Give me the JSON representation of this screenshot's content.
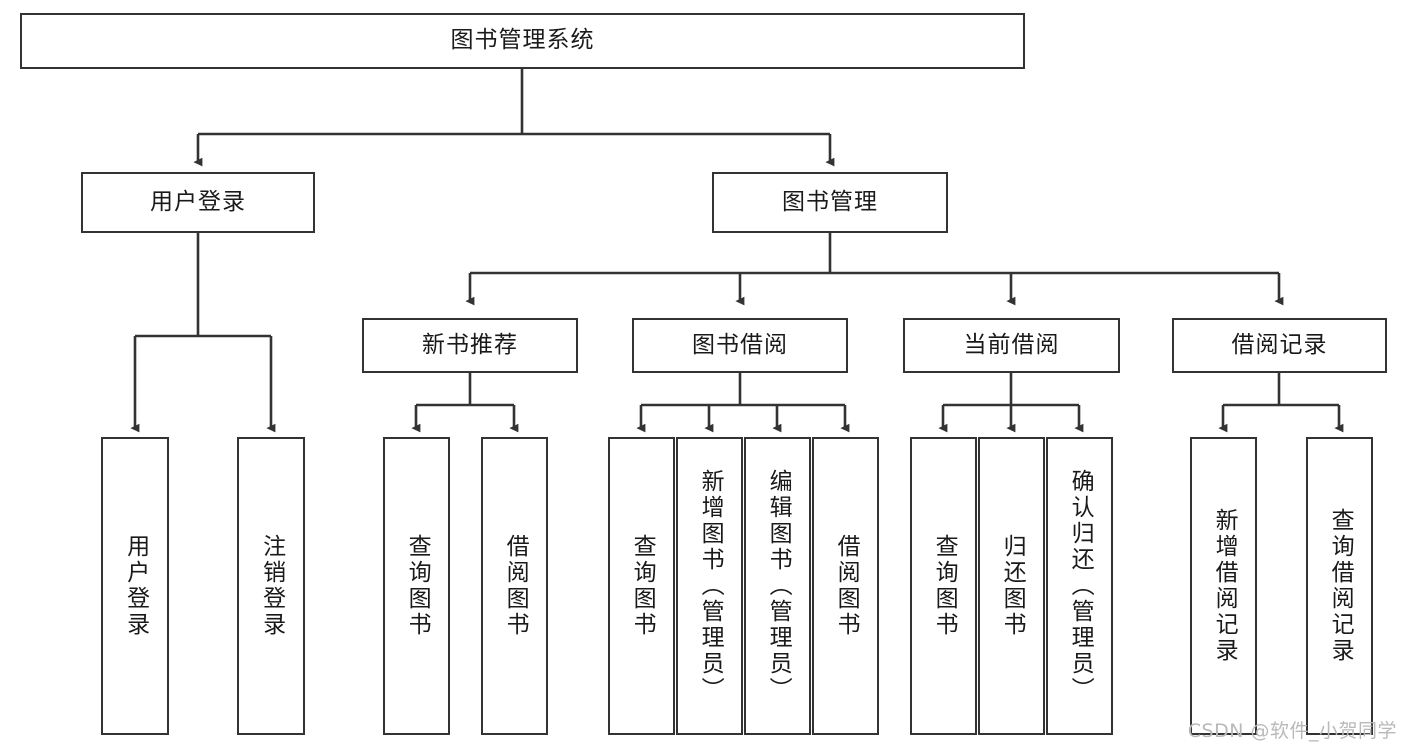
{
  "diagram": {
    "title": "图书管理系统",
    "type": "tree-hierarchy-chart",
    "root": {
      "id": "root",
      "label": "图书管理系统",
      "orientation": "horizontal"
    },
    "level2": [
      {
        "id": "user-login",
        "label": "用户登录",
        "orientation": "horizontal"
      },
      {
        "id": "book-management",
        "label": "图书管理",
        "orientation": "horizontal"
      }
    ],
    "level3": [
      {
        "id": "new-book-recommend",
        "label": "新书推荐",
        "orientation": "horizontal",
        "parent": "book-management"
      },
      {
        "id": "book-borrow",
        "label": "图书借阅",
        "orientation": "horizontal",
        "parent": "book-management"
      },
      {
        "id": "current-borrow",
        "label": "当前借阅",
        "orientation": "horizontal",
        "parent": "book-management"
      },
      {
        "id": "borrow-record",
        "label": "借阅记录",
        "orientation": "horizontal",
        "parent": "book-management"
      }
    ],
    "leaves": [
      {
        "id": "leaf-user-login",
        "label": "用户登录",
        "orientation": "vertical",
        "parent": "user-login"
      },
      {
        "id": "leaf-logout",
        "label": "注销登录",
        "orientation": "vertical",
        "parent": "user-login"
      },
      {
        "id": "leaf-query-book-1",
        "label": "查询图书",
        "orientation": "vertical",
        "parent": "new-book-recommend"
      },
      {
        "id": "leaf-borrow-book-1",
        "label": "借阅图书",
        "orientation": "vertical",
        "parent": "new-book-recommend"
      },
      {
        "id": "leaf-query-book-2",
        "label": "查询图书",
        "orientation": "vertical",
        "parent": "book-borrow"
      },
      {
        "id": "leaf-add-book",
        "label": "新增图书（管理员）",
        "orientation": "vertical",
        "parent": "book-borrow"
      },
      {
        "id": "leaf-edit-book",
        "label": "编辑图书（管理员）",
        "orientation": "vertical",
        "parent": "book-borrow"
      },
      {
        "id": "leaf-borrow-book-2",
        "label": "借阅图书",
        "orientation": "vertical",
        "parent": "book-borrow"
      },
      {
        "id": "leaf-query-book-3",
        "label": "查询图书",
        "orientation": "vertical",
        "parent": "current-borrow"
      },
      {
        "id": "leaf-return-book",
        "label": "归还图书",
        "orientation": "vertical",
        "parent": "current-borrow"
      },
      {
        "id": "leaf-confirm-return",
        "label": "确认归还（管理员）",
        "orientation": "vertical",
        "parent": "current-borrow"
      },
      {
        "id": "leaf-add-record",
        "label": "新增借阅记录",
        "orientation": "vertical",
        "parent": "borrow-record"
      },
      {
        "id": "leaf-query-record",
        "label": "查询借阅记录",
        "orientation": "vertical",
        "parent": "borrow-record"
      }
    ]
  },
  "watermark": {
    "text": "CSDN @软件_小贺同学"
  },
  "colors": {
    "border": "#333333",
    "background": "#ffffff",
    "text": "#1a1a1a",
    "watermark": "#b9b9b9"
  }
}
